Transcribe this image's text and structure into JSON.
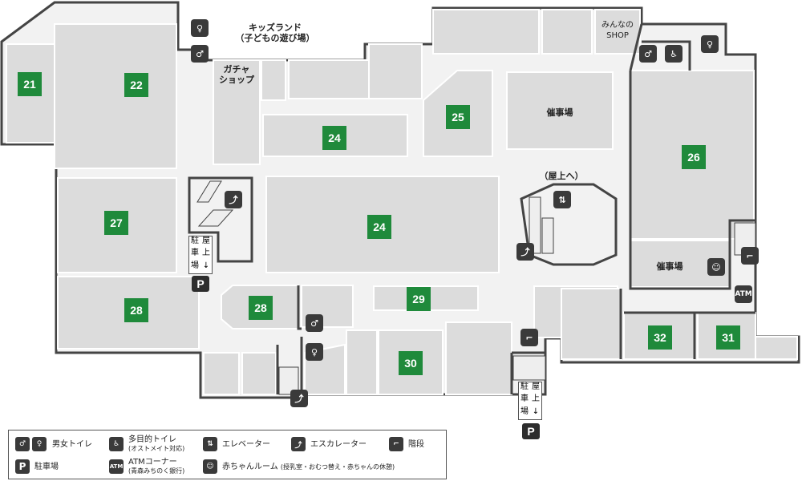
{
  "units": {
    "u21": "21",
    "u22": "22",
    "u24a": "24",
    "u24b": "24",
    "u25": "25",
    "u26": "26",
    "u27": "27",
    "u28a": "28",
    "u28b": "28",
    "u29": "29",
    "u30": "30",
    "u31": "31",
    "u32": "32"
  },
  "labels": {
    "kids_land": "キッズランド\n（子どもの遊び場）",
    "gacha": "ガチャ\nショップ",
    "event_top": "催事場",
    "event_right": "催事場",
    "minna_shop": "みんなの\nSHOP",
    "rooftop": "（屋上へ）"
  },
  "parking_sign": {
    "chars": [
      "駐",
      "屋",
      "車",
      "上",
      "場",
      "↓"
    ]
  },
  "parking_letter": "P",
  "atm_label": "ATM",
  "legend": {
    "restroom": "男女トイレ",
    "multi_toilet": "多目的トイレ",
    "multi_toilet_note": "(オストメイト対応)",
    "elevator": "エレベーター",
    "escalator": "エスカレーター",
    "stairs": "階段",
    "parking": "駐車場",
    "atm": "ATMコーナー",
    "atm_note": "(青森みちのく銀行)",
    "baby": "赤ちゃんルーム",
    "baby_note": "(授乳室・おむつ替え・赤ちゃんの休憩)"
  },
  "colors": {
    "unit_fill": "#dcdcdc",
    "unit_label": "#1f8a3b",
    "outline": "#444444",
    "icon": "#3a3a3a"
  },
  "icons": [
    "restroom-icon",
    "wheelchair-icon",
    "elevator-icon",
    "escalator-icon",
    "stairs-icon",
    "parking-icon",
    "atm-icon",
    "baby-icon"
  ]
}
